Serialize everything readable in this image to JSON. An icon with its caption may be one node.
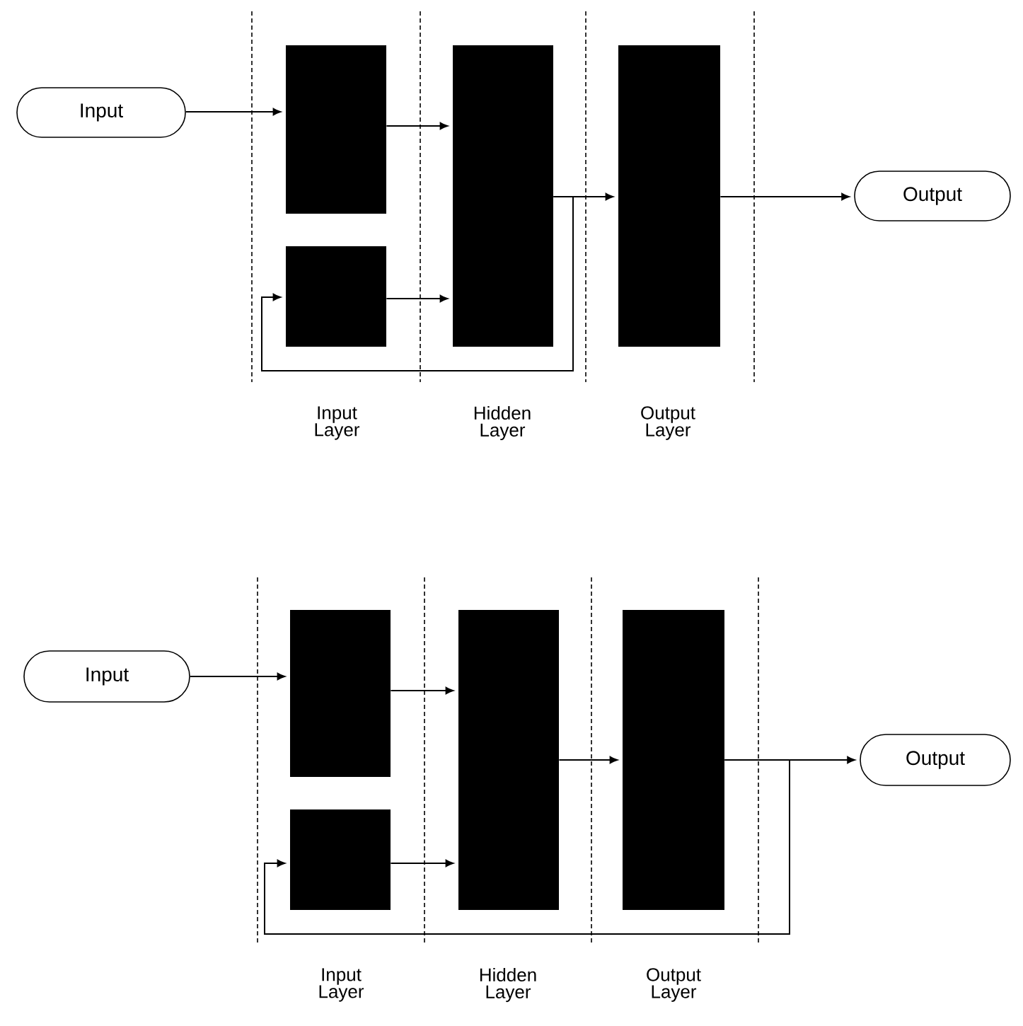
{
  "diagram": {
    "nodes": [
      {
        "text": [
          "Input"
        ]
      },
      {
        "text": [],
        "shape": "box"
      },
      {
        "text": [],
        "shape": "box"
      },
      {
        "text": [],
        "shape": "box"
      },
      {
        "text": [],
        "shape": "box"
      },
      {
        "text": [
          "Output"
        ]
      },
      {
        "text": [
          "Input"
        ]
      },
      {
        "text": [],
        "shape": "box"
      },
      {
        "text": [],
        "shape": "box"
      },
      {
        "text": [],
        "shape": "box"
      },
      {
        "text": [],
        "shape": "box"
      },
      {
        "text": [
          "Output"
        ]
      }
    ],
    "edges": [
      {
        "from": 0,
        "to": 1,
        "arrow": "to"
      },
      {
        "from": 1,
        "to": 3,
        "arrow": "to"
      },
      {
        "from": 2,
        "to": 3,
        "arrow": "to"
      },
      {
        "from": 3,
        "to": 4,
        "arrow": "to"
      },
      {
        "from": 3,
        "to": 2,
        "arrow": "to"
      },
      {
        "from": 4,
        "to": 5,
        "arrow": "to"
      },
      {
        "from": 6,
        "to": 7,
        "arrow": "to"
      },
      {
        "from": 7,
        "to": 9,
        "arrow": "to"
      },
      {
        "from": 8,
        "to": 9,
        "arrow": "to"
      },
      {
        "from": 9,
        "to": 10,
        "arrow": "to"
      },
      {
        "from": 10,
        "to": 11,
        "arrow": "to"
      },
      {
        "from": 10,
        "to": 8,
        "arrow": "to"
      }
    ],
    "labels": [
      "Input Layer",
      "Hidden Layer",
      "Output Layer",
      "Input Layer",
      "Hidden Layer",
      "Output Layer"
    ]
  }
}
